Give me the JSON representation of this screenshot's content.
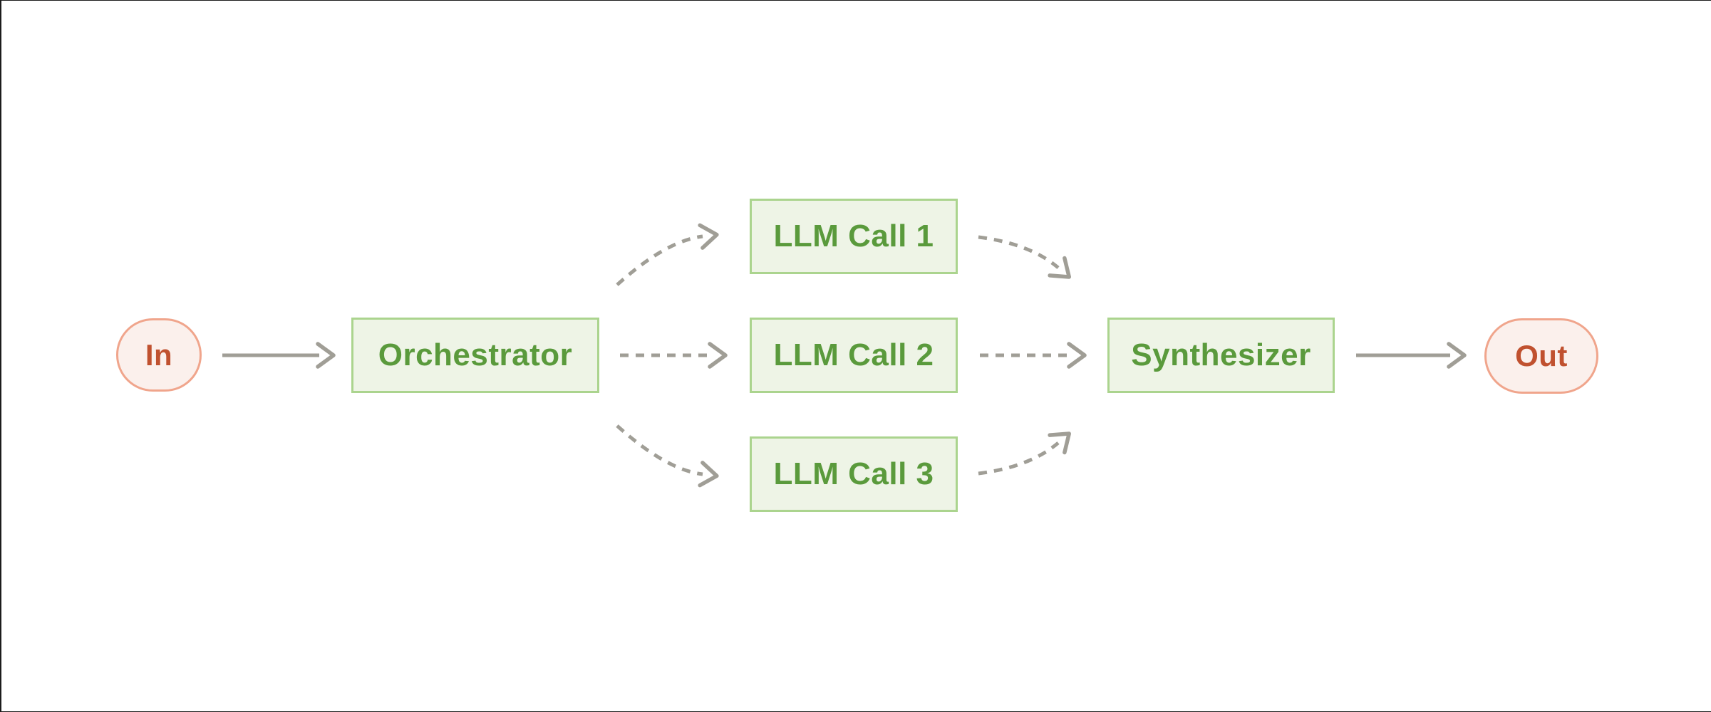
{
  "diagram": {
    "title": "orchestrator-workers-workflow",
    "nodes": {
      "in": {
        "label": "In",
        "shape": "pill"
      },
      "orchestrator": {
        "label": "Orchestrator",
        "shape": "box"
      },
      "llm_call_1": {
        "label": "LLM Call 1",
        "shape": "box"
      },
      "llm_call_2": {
        "label": "LLM Call 2",
        "shape": "box"
      },
      "llm_call_3": {
        "label": "LLM Call 3",
        "shape": "box"
      },
      "synthesizer": {
        "label": "Synthesizer",
        "shape": "box"
      },
      "out": {
        "label": "Out",
        "shape": "pill"
      }
    },
    "edges": [
      {
        "from": "in",
        "to": "orchestrator",
        "style": "solid"
      },
      {
        "from": "orchestrator",
        "to": "llm_call_1",
        "style": "dashed-curved"
      },
      {
        "from": "orchestrator",
        "to": "llm_call_2",
        "style": "dashed"
      },
      {
        "from": "orchestrator",
        "to": "llm_call_3",
        "style": "dashed-curved"
      },
      {
        "from": "llm_call_1",
        "to": "synthesizer",
        "style": "dashed-curved"
      },
      {
        "from": "llm_call_2",
        "to": "synthesizer",
        "style": "dashed"
      },
      {
        "from": "llm_call_3",
        "to": "synthesizer",
        "style": "dashed-curved"
      },
      {
        "from": "synthesizer",
        "to": "out",
        "style": "solid"
      }
    ],
    "colors": {
      "green_text": "#5a9a3c",
      "green_border": "#abd48e",
      "green_fill": "#eef4e6",
      "red_text": "#c0512f",
      "red_border": "#f0a58c",
      "red_fill": "#fbf0ec",
      "arrow_gray": "#a09e96",
      "edge_line": "#1c1c1c"
    }
  }
}
